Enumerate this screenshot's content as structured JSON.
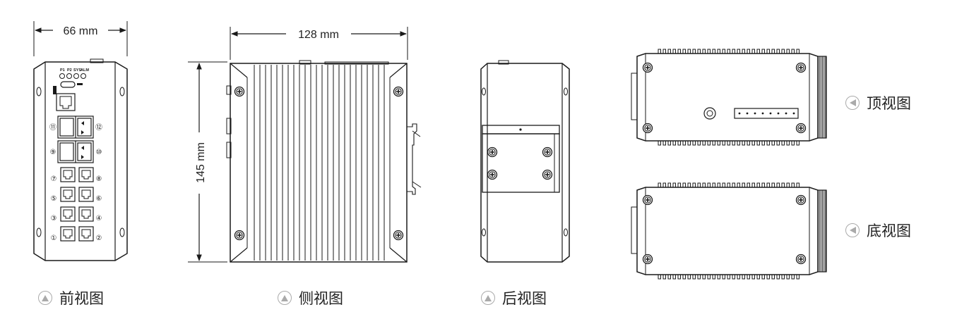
{
  "dimensions": {
    "width": "66 mm",
    "depth": "128 mm",
    "height": "145 mm"
  },
  "views": {
    "front": "前视图",
    "side": "侧视图",
    "back": "后视图",
    "top": "顶视图",
    "bottom": "底视图"
  },
  "front_panel": {
    "leds": [
      "P1",
      "P2",
      "SYS",
      "ALM"
    ],
    "port_numbers": [
      "⑪",
      "⑫",
      "⑨",
      "⑩",
      "⑦",
      "⑧",
      "⑤",
      "⑥",
      "③",
      "④",
      "①",
      "②"
    ]
  },
  "colors": {
    "line": "#1a1a1a",
    "caption_icon": "#b0b0b0"
  }
}
